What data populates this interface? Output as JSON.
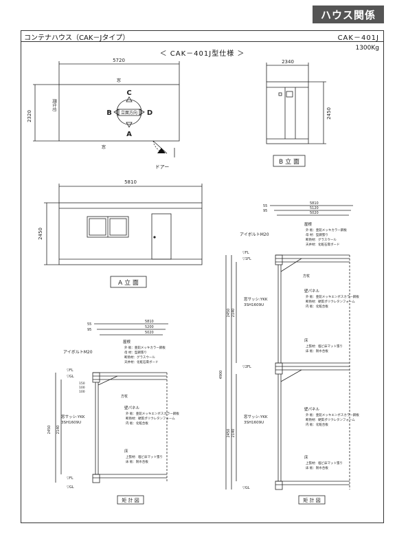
{
  "header": {
    "tag": "ハウス関係",
    "title_left": "コンテナハウス（CAK－Jタイプ）",
    "title_right": "CAK－401J",
    "subtitle": "＜ CAK－401J型仕様 ＞",
    "weight": "1300Kg"
  },
  "plan": {
    "dim_width": "5720",
    "dim_depth": "2320",
    "label_window_top": "窓",
    "label_window_bottom": "窓",
    "label_door": "ドアー",
    "label_side": "間仕切",
    "center_label": "立面方向",
    "dir_a": "A",
    "dir_b": "B",
    "dir_c": "C",
    "dir_d": "D"
  },
  "b_elevation": {
    "dim_width": "2340",
    "dim_height": "2450",
    "caption": "B 立 面"
  },
  "a_elevation": {
    "dim_width": "5810",
    "dim_height": "2450",
    "caption": "A 立 面"
  },
  "section_left": {
    "dims": [
      "5810",
      "5200",
      "5020"
    ],
    "small_dims": [
      "55",
      "95"
    ],
    "bolt": "アイボルトM20",
    "roof_title": "屋根",
    "roof_specs": [
      "外 板：亜鉛メッキカラー鋼板",
      "母 材：型鋼張り",
      "断熱材：グラスウール",
      "天井材：化粧石膏ボード"
    ],
    "beam": "方杖",
    "window": "窓サッシ:YKK",
    "window_model": "3SH1609U",
    "wall_title": "壁パネル",
    "wall_specs": [
      "外 板：亜鉛メッキエンボスカラー鋼板",
      "断熱材：硬質ポリウレタンフォーム",
      "内 板：化粧合板"
    ],
    "floor_title": "床",
    "floor_specs": [
      "上張材：塩ビ床マット張り",
      "床 板：耐水合板"
    ],
    "levels": [
      "▽FL",
      "▽GL",
      "▽FL",
      "▽GL"
    ],
    "vert_dims": [
      "2450",
      "2140"
    ],
    "small_vert": [
      "150",
      "100",
      "100"
    ],
    "caption": "矩 計 図"
  },
  "section_right": {
    "dims": [
      "5810",
      "5120",
      "5020"
    ],
    "small_dims": [
      "55",
      "95"
    ],
    "bolt": "アイボルトM20",
    "roof_title": "屋根",
    "roof_specs": [
      "外 板：亜鉛メッキカラー鋼板",
      "母 材：型鋼張り",
      "断熱材：グラスウール",
      "天井材：化粧石膏ボード"
    ],
    "beam": "方杖",
    "window": "窓サッシ:YKK",
    "window_model": "3SH1609U",
    "wall_title": "壁パネル",
    "wall_specs": [
      "外 板：亜鉛メッキエンボスカラー鋼板",
      "断熱材：硬質ポリウレタンフォーム",
      "内 板：化粧合板"
    ],
    "floor_title": "床",
    "floor_specs": [
      "上張材：塩ビ床マット張り",
      "床 板：耐水合板"
    ],
    "levels_upper": [
      "▽FL",
      "▽1FL"
    ],
    "levels_lower": [
      "▽2FL",
      "▽GL"
    ],
    "vert_dims": [
      "4900",
      "2450",
      "2140",
      "2450",
      "2140"
    ],
    "caption": "矩 計 図"
  }
}
